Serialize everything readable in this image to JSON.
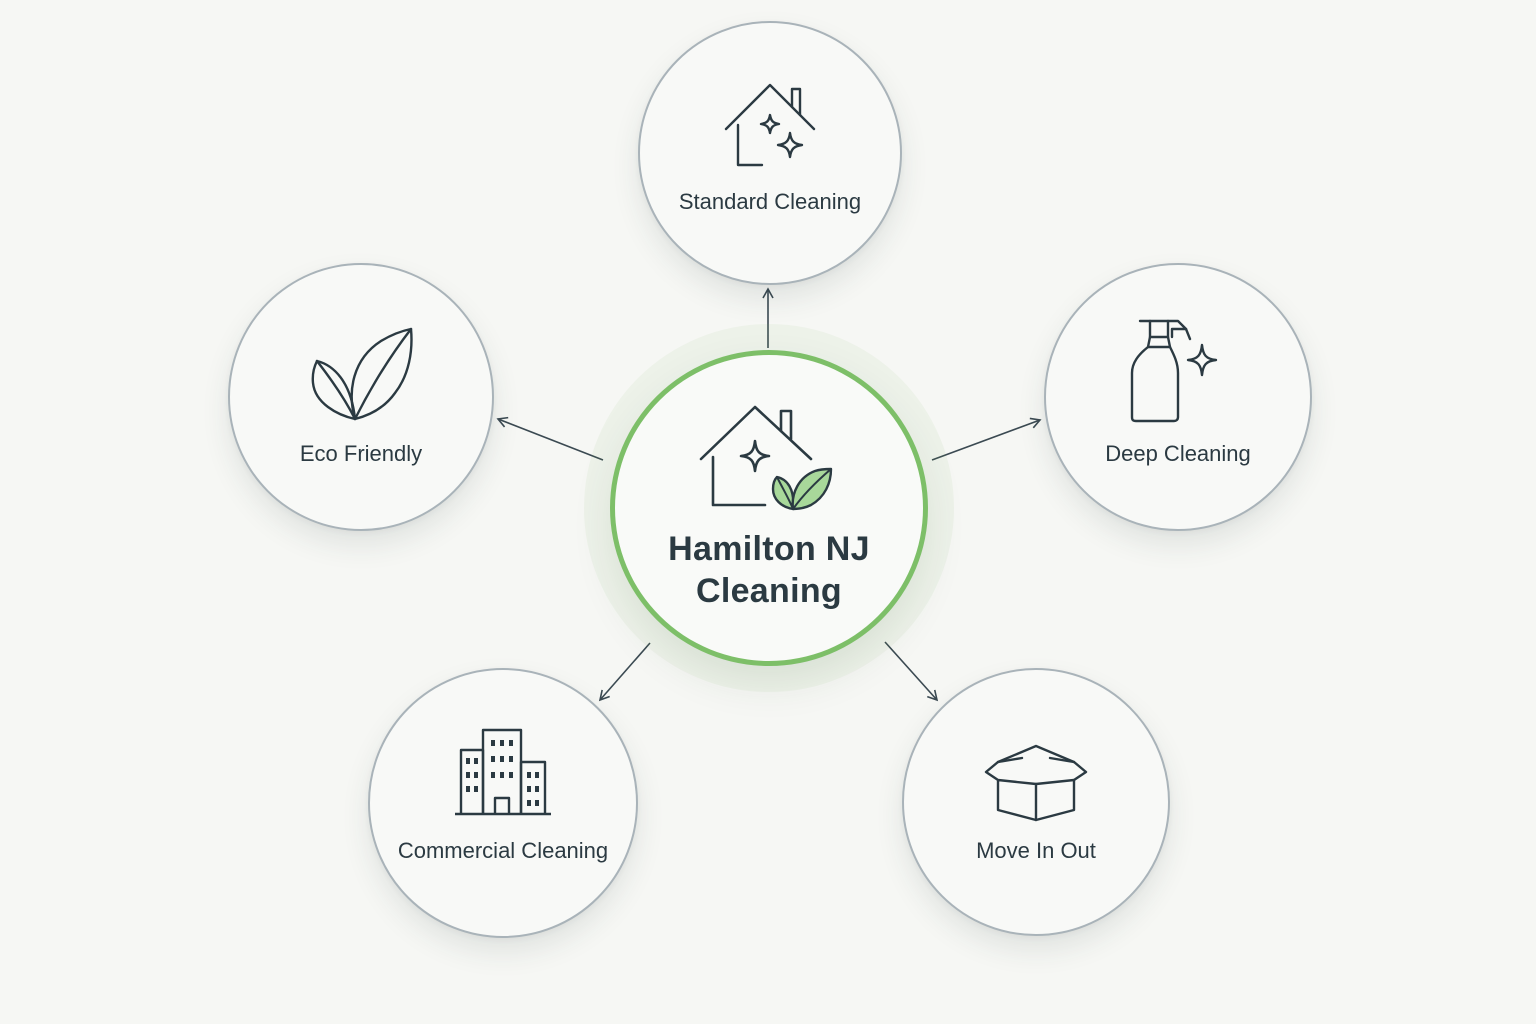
{
  "center": {
    "title_line1": "Hamilton NJ",
    "title_line2": "Cleaning",
    "icon": "house-sparkle-leaf-icon"
  },
  "services": [
    {
      "id": "standard",
      "label": "Standard Cleaning",
      "icon": "house-sparkles-icon"
    },
    {
      "id": "deep",
      "label": "Deep Cleaning",
      "icon": "spray-bottle-icon"
    },
    {
      "id": "move",
      "label": "Move In Out",
      "icon": "open-box-icon"
    },
    {
      "id": "commercial",
      "label": "Commercial Cleaning",
      "icon": "office-buildings-icon"
    },
    {
      "id": "eco",
      "label": "Eco Friendly",
      "icon": "leaf-icon"
    }
  ],
  "colors": {
    "accent_green": "#7dbf68",
    "leaf_fill": "#a8d89a",
    "text": "#2b3a42",
    "node_border": "#a9b3b9",
    "background": "#f6f7f4"
  }
}
